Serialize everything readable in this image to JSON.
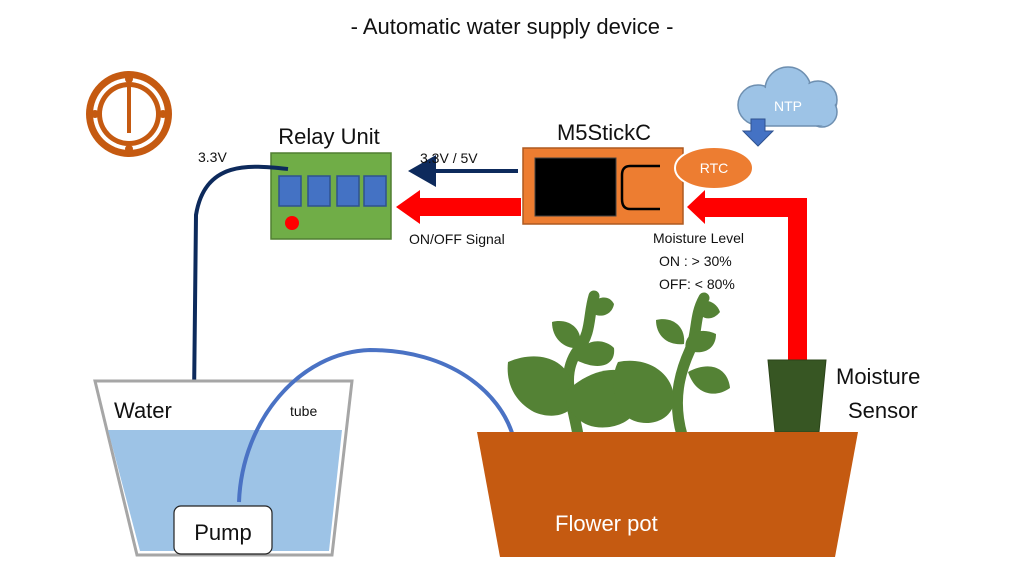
{
  "title": "- Automatic water supply device -",
  "relay": {
    "label": "Relay Unit",
    "power_label": "3.3V"
  },
  "m5": {
    "label": "M5StickC",
    "power_label": "3.3V / 5V",
    "signal_label": "ON/OFF Signal"
  },
  "rtc": {
    "label": "RTC"
  },
  "ntp": {
    "label": "NTP"
  },
  "moisture": {
    "level_label": "Moisture Level",
    "on_rule": "ON : > 30%",
    "off_rule": "OFF: < 80%",
    "sensor_label_line1": "Moisture",
    "sensor_label_line2": "Sensor"
  },
  "water": {
    "label": "Water",
    "tube_label": "tube"
  },
  "pump": {
    "label": "Pump"
  },
  "pot": {
    "label": "Flower pot"
  },
  "colors": {
    "relay_board": "#70ad47",
    "relay_block": "#4472c4",
    "m5_body": "#ed7d31",
    "signal_arrow": "#ff0000",
    "power_wire": "#0d2a5c",
    "tube": "#4a72c4",
    "water": "#9dc3e6",
    "pot": "#c55a11",
    "leaf": "#548235",
    "sensor": "#375623",
    "cloud": "#9dc3e6",
    "clock": "#c55a11"
  },
  "icons": {
    "clock": "clock-icon",
    "cloud": "cloud-icon",
    "plants": "plant-icon"
  }
}
